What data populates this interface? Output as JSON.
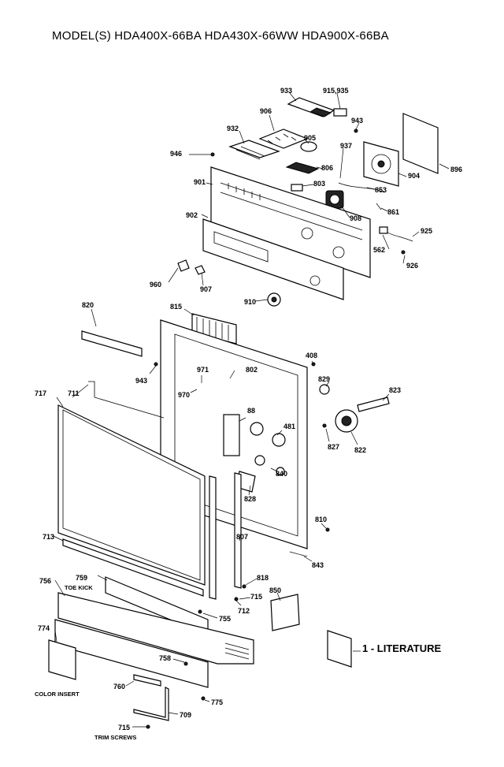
{
  "title": "MODEL(S) HDA400X-66BA  HDA430X-66WW  HDA900X-66BA",
  "callouts": [
    {
      "id": "933",
      "text": "933"
    },
    {
      "id": "915_935",
      "text": "915,935"
    },
    {
      "id": "906",
      "text": "906"
    },
    {
      "id": "943a",
      "text": "943"
    },
    {
      "id": "932",
      "text": "932"
    },
    {
      "id": "905",
      "text": "905"
    },
    {
      "id": "937",
      "text": "937"
    },
    {
      "id": "896",
      "text": "896"
    },
    {
      "id": "946",
      "text": "946"
    },
    {
      "id": "806",
      "text": "806"
    },
    {
      "id": "904",
      "text": "904"
    },
    {
      "id": "901",
      "text": "901"
    },
    {
      "id": "803",
      "text": "803"
    },
    {
      "id": "853",
      "text": "853"
    },
    {
      "id": "908",
      "text": "908"
    },
    {
      "id": "861",
      "text": "861"
    },
    {
      "id": "902",
      "text": "902"
    },
    {
      "id": "925",
      "text": "925"
    },
    {
      "id": "562",
      "text": "562"
    },
    {
      "id": "926",
      "text": "926"
    },
    {
      "id": "960",
      "text": "960"
    },
    {
      "id": "907",
      "text": "907"
    },
    {
      "id": "910",
      "text": "910"
    },
    {
      "id": "820",
      "text": "820"
    },
    {
      "id": "815",
      "text": "815"
    },
    {
      "id": "408",
      "text": "408"
    },
    {
      "id": "943b",
      "text": "943"
    },
    {
      "id": "971",
      "text": "971"
    },
    {
      "id": "802",
      "text": "802"
    },
    {
      "id": "829",
      "text": "829"
    },
    {
      "id": "717",
      "text": "717"
    },
    {
      "id": "711",
      "text": "711"
    },
    {
      "id": "970",
      "text": "970"
    },
    {
      "id": "823",
      "text": "823"
    },
    {
      "id": "88",
      "text": "88"
    },
    {
      "id": "481",
      "text": "481"
    },
    {
      "id": "827",
      "text": "827"
    },
    {
      "id": "822",
      "text": "822"
    },
    {
      "id": "840",
      "text": "840"
    },
    {
      "id": "828",
      "text": "828"
    },
    {
      "id": "810",
      "text": "810"
    },
    {
      "id": "713",
      "text": "713"
    },
    {
      "id": "807",
      "text": "807"
    },
    {
      "id": "843",
      "text": "843"
    },
    {
      "id": "818",
      "text": "818"
    },
    {
      "id": "759",
      "text": "759"
    },
    {
      "id": "toe_kick",
      "text": "TOE KICK"
    },
    {
      "id": "756",
      "text": "756"
    },
    {
      "id": "850",
      "text": "850"
    },
    {
      "id": "715a",
      "text": "715"
    },
    {
      "id": "712",
      "text": "712"
    },
    {
      "id": "755",
      "text": "755"
    },
    {
      "id": "774",
      "text": "774"
    },
    {
      "id": "literature",
      "text": "1 - LITERATURE"
    },
    {
      "id": "758",
      "text": "758"
    },
    {
      "id": "color_insert",
      "text": "COLOR INSERT"
    },
    {
      "id": "760",
      "text": "760"
    },
    {
      "id": "775",
      "text": "775"
    },
    {
      "id": "709",
      "text": "709"
    },
    {
      "id": "715b",
      "text": "715"
    },
    {
      "id": "trim_screws",
      "text": "TRIM SCREWS"
    }
  ]
}
